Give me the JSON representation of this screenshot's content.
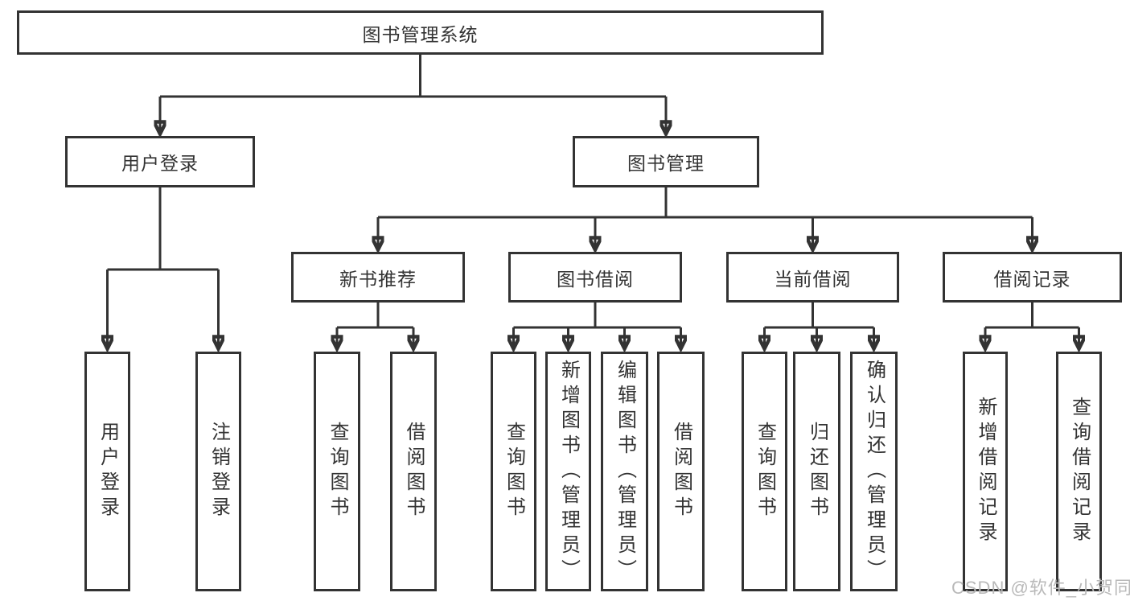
{
  "tree": {
    "label": "图书管理系统",
    "children": [
      {
        "label": "用户登录",
        "children": [
          {
            "label": "用户登录"
          },
          {
            "label": "注销登录"
          }
        ]
      },
      {
        "label": "图书管理",
        "children": [
          {
            "label": "新书推荐",
            "children": [
              {
                "label": "查询图书"
              },
              {
                "label": "借阅图书"
              }
            ]
          },
          {
            "label": "图书借阅",
            "children": [
              {
                "label": "查询图书"
              },
              {
                "label": "新增图书（管理员）"
              },
              {
                "label": "编辑图书（管理员）"
              },
              {
                "label": "借阅图书"
              }
            ]
          },
          {
            "label": "当前借阅",
            "children": [
              {
                "label": "查询图书"
              },
              {
                "label": "归还图书"
              },
              {
                "label": "确认归还（管理员）"
              }
            ]
          },
          {
            "label": "借阅记录",
            "children": [
              {
                "label": "新增借阅记录"
              },
              {
                "label": "查询借阅记录"
              }
            ]
          }
        ]
      }
    ]
  },
  "watermark": {
    "text": "CSDN @软件_小贺同学"
  },
  "colors": {
    "line": "#333333",
    "text": "#333333",
    "background": "#ffffff",
    "watermark": "#b9b9b9"
  }
}
